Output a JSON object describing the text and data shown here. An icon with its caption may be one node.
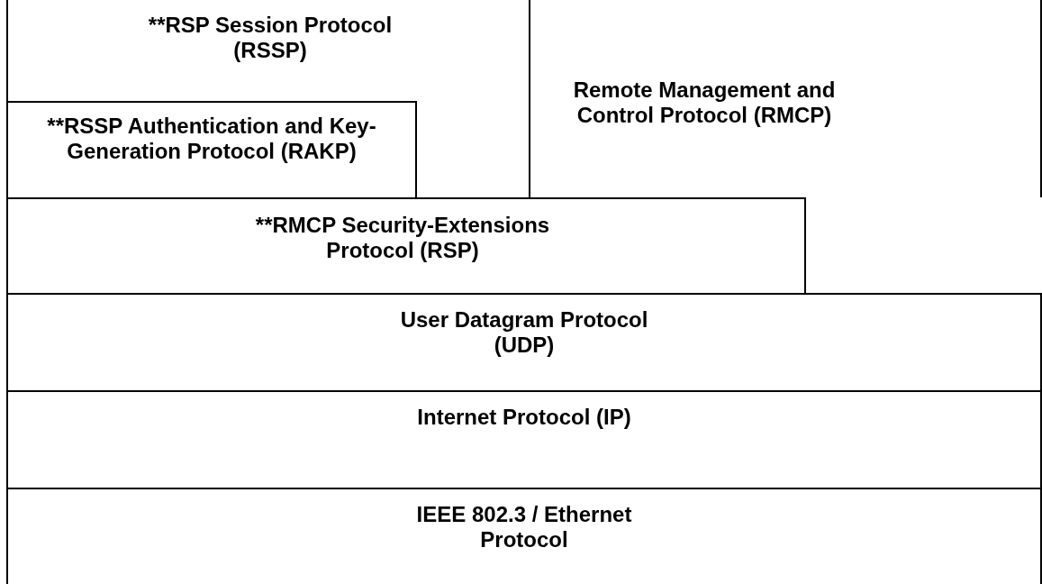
{
  "diagram": {
    "nodes": [
      {
        "text": [
          "**RSP Session Protocol (RSSP)"
        ]
      },
      {
        "text": [
          "**RSSP Authentication and Key-Generation Protocol (RAKP)"
        ],
        "in": 0
      },
      {
        "text": [
          "Remote Management and Control Protocol (RMCP)"
        ]
      },
      {
        "text": [
          "**RMCP Security-Extensions Protocol (RSP)"
        ]
      },
      {
        "text": [
          "User Datagram Protocol (UDP)"
        ]
      },
      {
        "text": [
          "Internet Protocol (IP)"
        ]
      },
      {
        "text": [
          "IEEE 802.3 / Ethernet Protocol"
        ]
      }
    ]
  }
}
